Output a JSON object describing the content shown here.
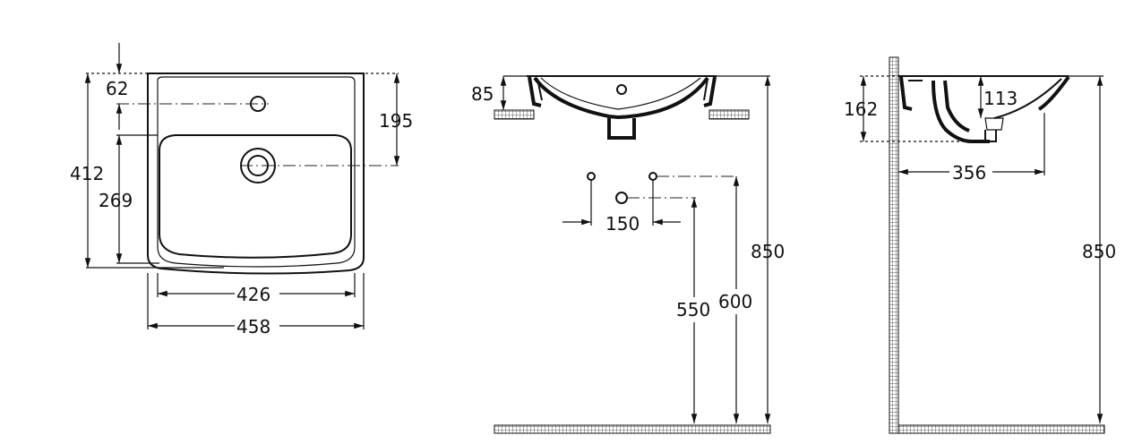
{
  "colors": {
    "line": "#111111",
    "background": "#ffffff"
  },
  "top_view": {
    "dimensions": {
      "hole_offset": "62",
      "total_depth": "412",
      "bowl_depth": "269",
      "drain_offset": "195",
      "inner_width": "426",
      "outer_width": "458"
    }
  },
  "front_view": {
    "dimensions": {
      "basin_height": "85",
      "pipe_spacing": "150",
      "drain_height": "550",
      "supply_height": "600",
      "rim_height": "850"
    }
  },
  "side_view": {
    "dimensions": {
      "basin_height": "162",
      "trap_depth": "113",
      "projection": "356",
      "rim_height": "850"
    }
  }
}
